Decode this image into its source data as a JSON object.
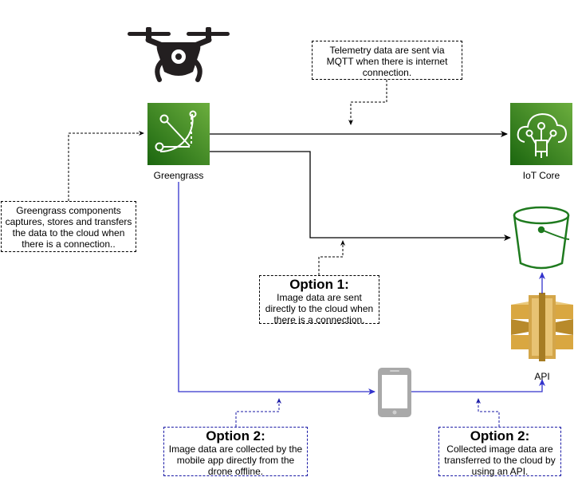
{
  "nodes": {
    "greengrass": {
      "label": "Greengrass"
    },
    "iot_core": {
      "label": "IoT Core"
    },
    "api": {
      "label": "API"
    }
  },
  "notes": {
    "telemetry": {
      "text": "Telemetry data are sent via MQTT when there is internet connection."
    },
    "greengrass_components": {
      "text": "Greengrass components captures, stores and transfers the data to the cloud when there is a connection.."
    },
    "option1": {
      "title": "Option 1:",
      "text": "Image data are sent directly to the cloud when there is a connection."
    },
    "option2_mobile": {
      "title": "Option 2:",
      "text": "Image data are collected by the mobile app directly from the drone offline."
    },
    "option2_api": {
      "title": "Option 2:",
      "text": "Collected image data are transferred to the cloud by using an API."
    }
  },
  "colors": {
    "aws_green": "#3f8624",
    "aws_green_light": "#60a337",
    "api_gold": "#d9a741",
    "connector_blue": "#3333cc",
    "connector_black": "#000000"
  },
  "icons": [
    "drone-icon",
    "greengrass-icon",
    "iot-core-icon",
    "s3-bucket-icon",
    "api-gateway-icon",
    "mobile-phone-icon"
  ]
}
